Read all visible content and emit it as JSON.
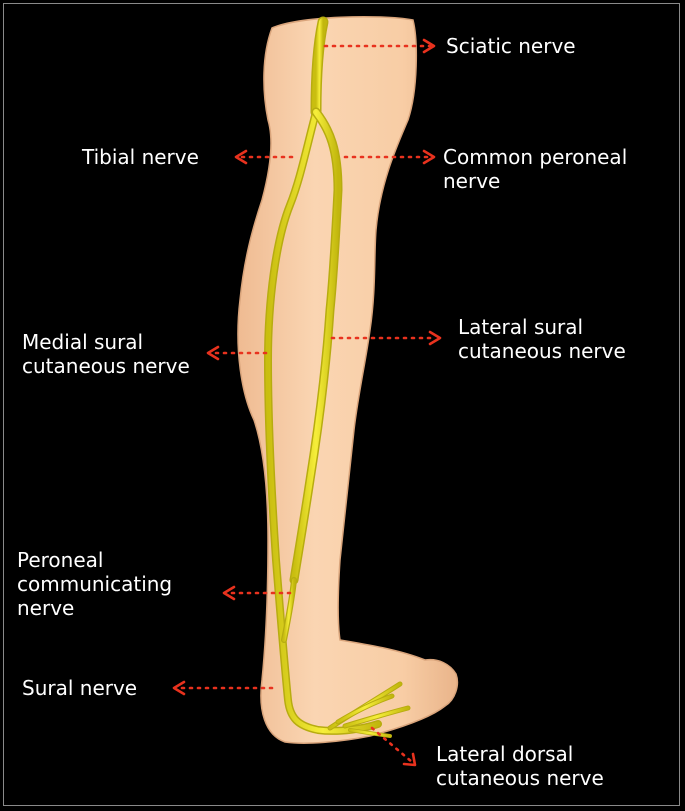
{
  "labels": {
    "sciatic": [
      "Sciatic nerve"
    ],
    "tibial": [
      "Tibial nerve"
    ],
    "common_peroneal": [
      "Common peroneal",
      "nerve"
    ],
    "medial_sural": [
      "Medial sural",
      "cutaneous nerve"
    ],
    "lateral_sural": [
      "Lateral sural",
      "cutaneous nerve"
    ],
    "peroneal_communicating": [
      "Peroneal",
      "communicating",
      "nerve"
    ],
    "sural": [
      "Sural nerve"
    ],
    "lateral_dorsal": [
      "Lateral dorsal",
      "cutaneous nerve"
    ]
  },
  "colors": {
    "background": "#000000",
    "skin": "#f9cfa6",
    "nerve": "#f0e62a",
    "arrow": "#e8321e",
    "text": "#ffffff"
  }
}
